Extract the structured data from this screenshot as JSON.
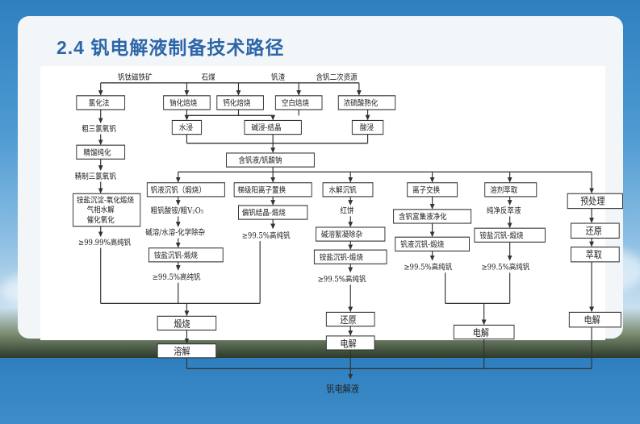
{
  "title": "2.4  钒电解液制备技术路径",
  "sources": [
    "钒钛磁铁矿",
    "石煤",
    "钒渣",
    "含钒二次资源"
  ],
  "roasting": [
    "氯化法",
    "钠化焙烧",
    "钙化焙烧",
    "空白焙烧",
    "浓硫酸熟化"
  ],
  "chlorination": [
    "粗三氯氧钒",
    "精馏纯化",
    "精制三氯氧钒",
    "铵盐沉淀-氧化煅烧",
    "气相水解",
    "催化氧化",
    "≥99.99%高纯钒"
  ],
  "leaching": [
    "水浸",
    "碱浸-结晶",
    "酸浸"
  ],
  "solution": "含钒液/钒酸钠",
  "branches": [
    {
      "steps": [
        "钒液沉钒（煅烧）",
        "粗钒酸铵/粗V₂O₅",
        "碱溶/水溶-化学除杂",
        "铵盐沉钒-煅烧"
      ],
      "result": "≥99.5%高纯钒"
    },
    {
      "steps": [
        "梯级阳离子置换",
        "偏钒结晶-煅烧"
      ],
      "result": "≥99.5%高纯钒"
    },
    {
      "steps": [
        "水解沉钒",
        "红饼",
        "碱溶絮凝除杂",
        "铵盐沉钒-煅烧"
      ],
      "result": "≥99.5%高纯钒"
    },
    {
      "steps": [
        "离子交换",
        "含钒富集液净化",
        "钒液沉钒-煅烧"
      ],
      "result": "≥99.5%高纯钒"
    },
    {
      "steps": [
        "溶剂萃取",
        "纯净反萃液",
        "铵盐沉钒-煅烧"
      ],
      "result": "≥99.5%高纯钒"
    }
  ],
  "pretreat": [
    "预处理",
    "还原",
    "萃取"
  ],
  "process": {
    "calcine": "煅烧",
    "dissolve": "溶解",
    "reduce": "还原",
    "electrolyze_mid": "电解",
    "electrolyze_side": "电解",
    "electrolyze_right": "电解"
  },
  "product": "钒电解液"
}
